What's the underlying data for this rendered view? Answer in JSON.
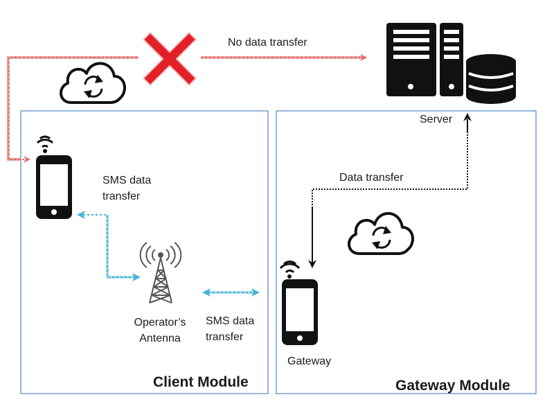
{
  "labels": {
    "no_transfer": "No data transfer",
    "sms_transfer_client_line1": "SMS data",
    "sms_transfer_client_line2": "transfer",
    "antenna_line1": "Operator’s",
    "antenna_line2": "Antenna",
    "sms_transfer_gateway_line1": "SMS data",
    "sms_transfer_gateway_line2": "transfer",
    "gateway": "Gateway",
    "server": "Server",
    "data_transfer": "Data transfer"
  },
  "modules": {
    "client_title": "Client Module",
    "gateway_title": "Gateway Module"
  },
  "icons": {
    "client_phone": "mobile-phone-icon",
    "gateway_phone": "mobile-phone-icon",
    "antenna": "cell-tower-icon",
    "server": "server-database-icon",
    "cloud_sync": "cloud-sync-icon",
    "blocked": "red-x-icon"
  },
  "colors": {
    "module_border": "#4f86c6",
    "no_transfer_arrow": "#e36a6a",
    "sms_arrow": "#46b3d6",
    "data_arrow": "#111111",
    "blocked": "#e32027",
    "icon": "#111111"
  }
}
